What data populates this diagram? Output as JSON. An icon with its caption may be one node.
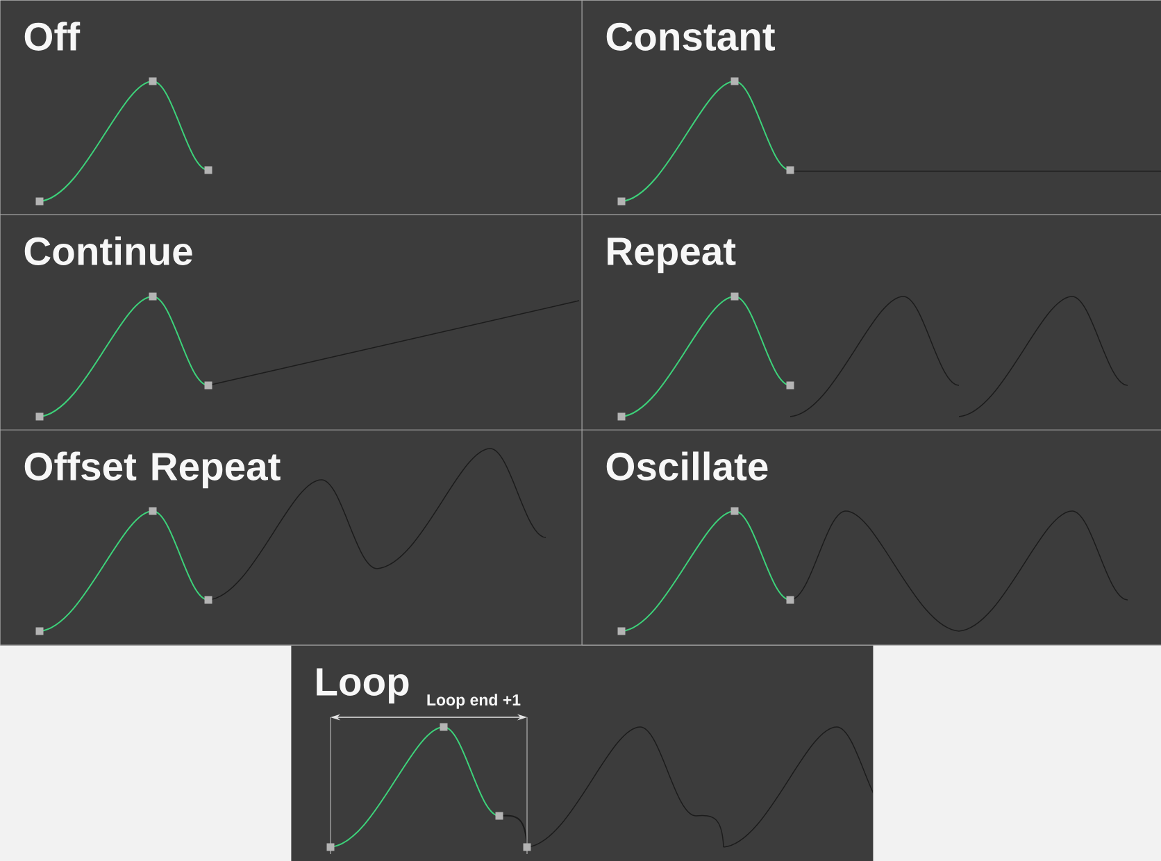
{
  "diagram": {
    "nodes": [
      {
        "text": [
          "Off"
        ]
      },
      {
        "text": [
          "Constant"
        ]
      },
      {
        "text": [
          "Continue"
        ]
      },
      {
        "text": [
          "Repeat"
        ]
      },
      {
        "text": [
          "Offset Repeat"
        ]
      },
      {
        "text": [
          "Oscillate"
        ]
      },
      {
        "text": [
          "Loop"
        ]
      }
    ],
    "labels": [
      "Loop end +1"
    ]
  }
}
